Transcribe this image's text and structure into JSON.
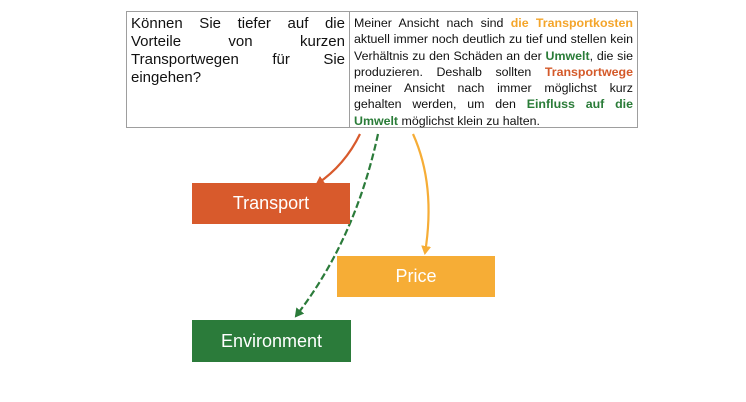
{
  "table": {
    "question": "Können Sie tiefer auf die Vorteile von kurzen Transportwegen für Sie eingehen?",
    "answer": {
      "t1": "Meiner Ansicht nach sind ",
      "h1": "die Transportkosten",
      "t2": " aktuell immer noch deutlich zu tief und stellen kein Verhältnis zu den Schäden an der ",
      "h2": "Umwelt",
      "t3": ", die sie produzieren. Deshalb sollten ",
      "h3": "Transportwege",
      "t4": " meiner Ansicht nach immer möglichst kurz gehalten werden, um den ",
      "h4": "Einfluss auf die Umwelt",
      "t5": " möglichst klein zu halten."
    }
  },
  "boxes": {
    "transport": "Transport",
    "price": "Price",
    "environment": "Environment"
  },
  "colors": {
    "transport": "#d85a2c",
    "price": "#f6ad36",
    "environment": "#2b7b3a",
    "highlight_cost": "#f4a52a",
    "highlight_route": "#d45a2a",
    "highlight_environment": "#2a7c38"
  }
}
